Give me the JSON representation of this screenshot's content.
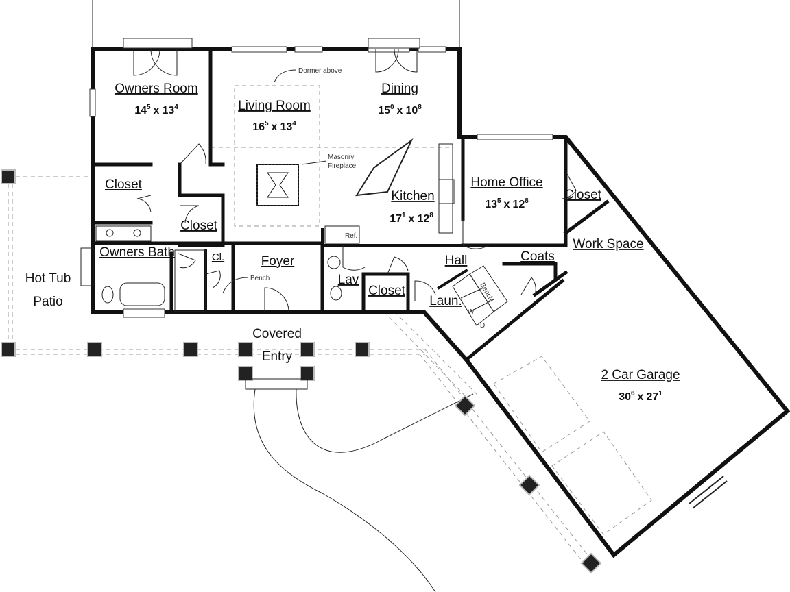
{
  "rooms": {
    "owners_room": {
      "name": "Owners Room",
      "w": "14",
      "w_in": "5",
      "d": "13",
      "d_in": "4"
    },
    "living_room": {
      "name": "Living Room",
      "w": "16",
      "w_in": "5",
      "d": "13",
      "d_in": "4"
    },
    "dining": {
      "name": "Dining",
      "w": "15",
      "w_in": "0",
      "d": "10",
      "d_in": "8"
    },
    "kitchen": {
      "name": "Kitchen",
      "w": "17",
      "w_in": "1",
      "d": "12",
      "d_in": "8"
    },
    "home_office": {
      "name": "Home Office",
      "w": "13",
      "w_in": "5",
      "d": "12",
      "d_in": "8"
    },
    "garage": {
      "name": "2 Car Garage",
      "w": "30",
      "w_in": "6",
      "d": "27",
      "d_in": "1"
    },
    "closet_owners": {
      "name": "Closet"
    },
    "closet_bath": {
      "name": "Closet"
    },
    "closet_hall": {
      "name": "Closet"
    },
    "closet_office": {
      "name": "Closet"
    },
    "owners_bath": {
      "name": "Owners Bath"
    },
    "cl": {
      "name": "Cl."
    },
    "foyer": {
      "name": "Foyer"
    },
    "hall": {
      "name": "Hall"
    },
    "lav": {
      "name": "Lav"
    },
    "laun": {
      "name": "Laun."
    },
    "coats": {
      "name": "Coats"
    },
    "work_space": {
      "name": "Work Space"
    },
    "hot_tub_patio": {
      "line1": "Hot Tub",
      "line2": "Patio"
    },
    "covered_entry": {
      "line1": "Covered",
      "line2": "Entry"
    }
  },
  "notes": {
    "dormer": "Dormer above",
    "fireplace_1": "Masonry",
    "fireplace_2": "Fireplace",
    "ref": "Ref.",
    "bench_foyer": "Bench",
    "bench_laun": "Bench",
    "washer": "W",
    "dryer": "D",
    "x": "x"
  }
}
